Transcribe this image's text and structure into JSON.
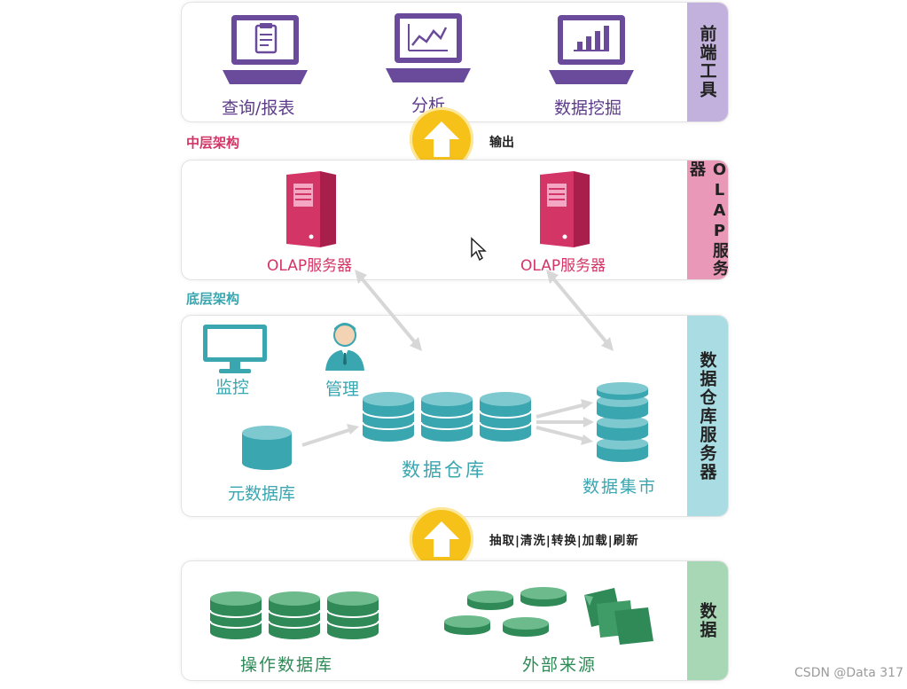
{
  "layers": {
    "frontend": {
      "side_label": "前端工具",
      "items": [
        "查询/报表",
        "分析",
        "数据挖掘"
      ]
    },
    "middle_title": "中层架构",
    "olap": {
      "side_label": "OLAP服务器",
      "items": [
        "OLAP服务器",
        "OLAP服务器"
      ]
    },
    "bottom_title": "底层架构",
    "dw": {
      "side_label": "数据仓库服务器",
      "monitor": "监控",
      "manage": "管理",
      "meta_db": "元数据库",
      "warehouse": "数据仓库",
      "mart": "数据集市"
    },
    "data": {
      "side_label": "数据",
      "operational_db": "操作数据库",
      "external": "外部来源"
    }
  },
  "flows": {
    "output": "输出",
    "etl": "抽取|清洗|转换|加载|刷新"
  },
  "watermark": "CSDN @Data 317",
  "colors": {
    "purple": "#5d3b8a",
    "pink": "#d23566",
    "teal": "#3aa6b0",
    "green": "#2f8a57",
    "yellow": "#f6c21a"
  }
}
